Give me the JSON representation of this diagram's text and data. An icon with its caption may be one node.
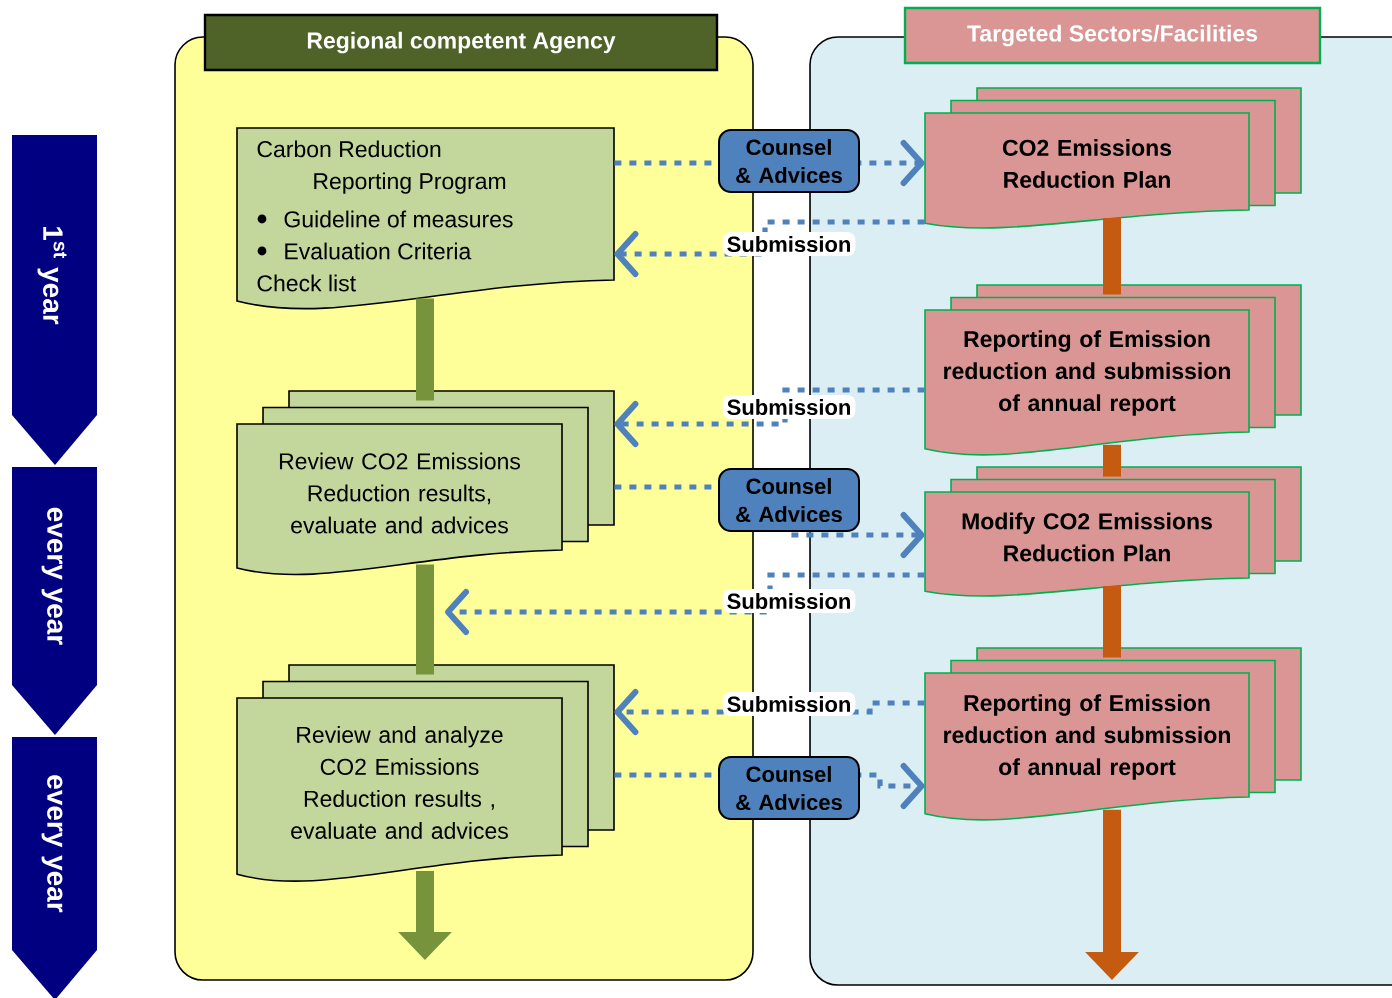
{
  "diagram": {
    "nodes": [
      {
        "text": [
          "Regional competent Agency"
        ]
      },
      {
        "text": [
          "Targeted Sectors/Facilities"
        ]
      },
      {
        "text": [
          "Carbon Reduction Reporting Program",
          "Guideline of measures",
          "Evaluation Criteria",
          "Check list"
        ],
        "in": 0
      },
      {
        "text": [
          "Review CO2 Emissions Reduction results, evaluate and advices"
        ],
        "in": 0
      },
      {
        "text": [
          "Review and analyze CO2 Emissions Reduction results , evaluate and advices"
        ],
        "in": 0
      },
      {
        "text": [
          "CO2 Emissions Reduction Plan"
        ],
        "in": 1
      },
      {
        "text": [
          "Reporting of Emission reduction and submission of annual report"
        ],
        "in": 1
      },
      {
        "text": [
          "Modify CO2 Emissions Reduction Plan"
        ],
        "in": 1
      },
      {
        "text": [
          "Reporting of Emission reduction and submission of annual report"
        ],
        "in": 1
      },
      {
        "text": [
          "1$^{st}$ year"
        ]
      },
      {
        "text": [
          "every year"
        ]
      },
      {
        "text": [
          "every year"
        ]
      }
    ],
    "edges": [
      {
        "from": 2,
        "to": 5,
        "arrow": "to",
        "label": "Counsel & Advices",
        "style": "dashed"
      },
      {
        "from": 5,
        "to": 2,
        "arrow": "to",
        "label": "Submission",
        "style": "dashed"
      },
      {
        "from": 6,
        "to": 3,
        "arrow": "to",
        "label": "Submission",
        "style": "dashed"
      },
      {
        "from": 3,
        "to": 7,
        "arrow": "to",
        "label": "Counsel & Advices",
        "style": "dashed"
      },
      {
        "from": 7,
        "to": null,
        "arrow": "to",
        "label": "Submission",
        "style": "dashed"
      },
      {
        "from": 8,
        "to": 4,
        "arrow": "to",
        "label": "Submission",
        "style": "dashed"
      },
      {
        "from": 4,
        "to": 8,
        "arrow": "to",
        "label": "Counsel & Advices",
        "style": "dashed"
      },
      {
        "from": 2,
        "to": 3,
        "arrow": "none",
        "style": "thick",
        "color": "#77933c"
      },
      {
        "from": 3,
        "to": 4,
        "arrow": "none",
        "style": "thick",
        "color": "#77933c"
      },
      {
        "from": 4,
        "to": null,
        "arrow": "to",
        "style": "thick",
        "color": "#77933c"
      },
      {
        "from": 5,
        "to": 6,
        "arrow": "none",
        "style": "thick",
        "color": "#c55a11"
      },
      {
        "from": 6,
        "to": 7,
        "arrow": "none",
        "style": "thick",
        "color": "#c55a11"
      },
      {
        "from": 7,
        "to": 8,
        "arrow": "none",
        "style": "thick",
        "color": "#c55a11"
      },
      {
        "from": 8,
        "to": null,
        "arrow": "to",
        "style": "thick",
        "color": "#c55a11"
      }
    ]
  }
}
